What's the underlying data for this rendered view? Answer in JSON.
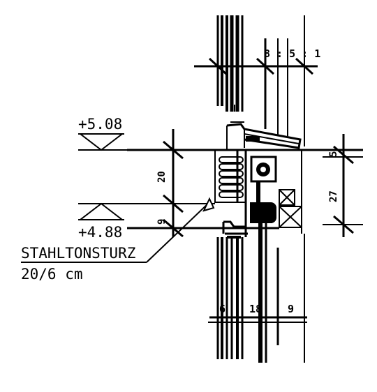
{
  "levels": {
    "upper": "+5.08",
    "lower": "+4.88"
  },
  "callout": {
    "line1": "STAHLTONSTURZ",
    "line2": "20/6 cm"
  },
  "dimensions": {
    "left_lintel": "20",
    "left_lower": "9",
    "top_right": "8 : 5 : 1",
    "right_small": "5",
    "right_large": "27",
    "bottom_a": "6",
    "bottom_b": "18",
    "bottom_c": "9"
  }
}
